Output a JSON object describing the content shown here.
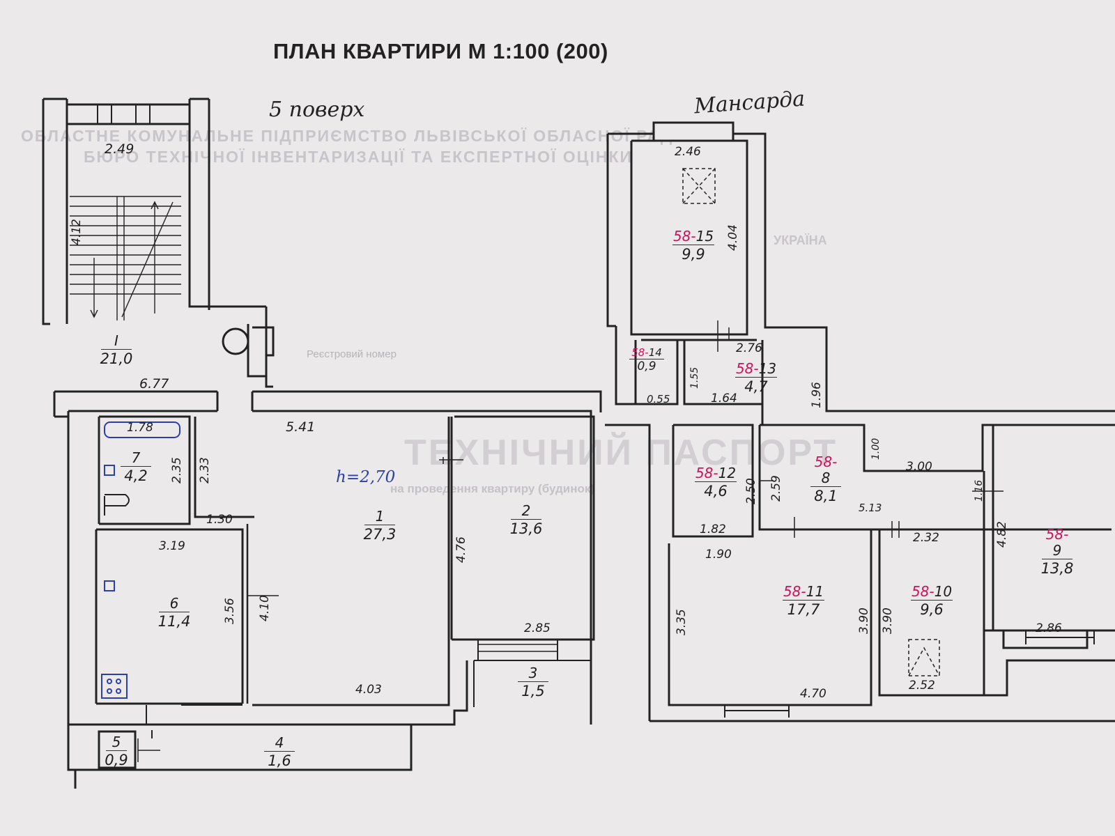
{
  "header": {
    "title": "ПЛАН КВАРТИРИ М 1:100 (200)",
    "floor_note": "5 поверх",
    "attic_note": "Мансарда"
  },
  "watermark": {
    "line1": "ОБЛАСТНЕ КОМУНАЛЬНЕ ПІДПРИЄМСТВО ЛЬВІВСЬКОЇ ОБЛАСНОЇ РАДИ",
    "line2": "БЮРО ТЕХНІЧНОЇ ІНВЕНТАРИЗАЦІЇ ТА ЕКСПЕРТНОЇ ОЦІНКИ",
    "passport": "ТЕХНІЧНИЙ ПАСПОРТ",
    "passport_sub": "на проведення квартиру (будинок)",
    "country": "УКРАЇНА",
    "reg": "Реєстровий номер"
  },
  "ceiling_height": "h=2,70",
  "rooms": [
    {
      "id": "I",
      "prefix": "",
      "num": "I",
      "area": "21,0"
    },
    {
      "id": "1",
      "prefix": "",
      "num": "1",
      "area": "27,3"
    },
    {
      "id": "2",
      "prefix": "",
      "num": "2",
      "area": "13,6"
    },
    {
      "id": "3",
      "prefix": "",
      "num": "3",
      "area": "1,5"
    },
    {
      "id": "4",
      "prefix": "",
      "num": "4",
      "area": "1,6"
    },
    {
      "id": "5",
      "prefix": "",
      "num": "5",
      "area": "0,9"
    },
    {
      "id": "6",
      "prefix": "",
      "num": "6",
      "area": "11,4"
    },
    {
      "id": "7",
      "prefix": "",
      "num": "7",
      "area": "4,2"
    },
    {
      "id": "8",
      "prefix": "58-",
      "num": "8",
      "area": "8,1"
    },
    {
      "id": "9",
      "prefix": "58-",
      "num": "9",
      "area": "13,8"
    },
    {
      "id": "10",
      "prefix": "58-",
      "num": "10",
      "area": "9,6"
    },
    {
      "id": "11",
      "prefix": "58-",
      "num": "11",
      "area": "17,7"
    },
    {
      "id": "12",
      "prefix": "58-",
      "num": "12",
      "area": "4,6"
    },
    {
      "id": "13",
      "prefix": "58-",
      "num": "13",
      "area": "4,7"
    },
    {
      "id": "14",
      "prefix": "58-",
      "num": "14",
      "area": "0,9"
    },
    {
      "id": "15",
      "prefix": "58-",
      "num": "15",
      "area": "9,9"
    }
  ],
  "dimensions": {
    "d_249": "2.49",
    "d_412": "4.12",
    "d_677": "6.77",
    "d_541": "5.41",
    "d_178": "1.78",
    "d_235": "2.35",
    "d_233": "2.33",
    "d_130": "1.30",
    "d_319": "3.19",
    "d_356": "3.56",
    "d_410": "4.10",
    "d_476": "4.76",
    "d_285": "2.85",
    "d_403": "4.03",
    "d_246": "2.46",
    "d_404": "4.04",
    "d_276": "2.76",
    "d_155": "1.55",
    "d_055": "0.55",
    "d_164": "1.64",
    "d_196": "1.96",
    "d_100": "1.00",
    "d_300": "3.00",
    "d_116": "1.16",
    "d_259": "2.59",
    "d_250": "2.50",
    "d_182": "1.82",
    "d_513": "5.13",
    "d_232": "2.32",
    "d_482": "4.82",
    "d_190": "1.90",
    "d_335": "3.35",
    "d_390a": "3.90",
    "d_390b": "3.90",
    "d_470": "4.70",
    "d_252": "2.52",
    "d_286": "2.86"
  }
}
